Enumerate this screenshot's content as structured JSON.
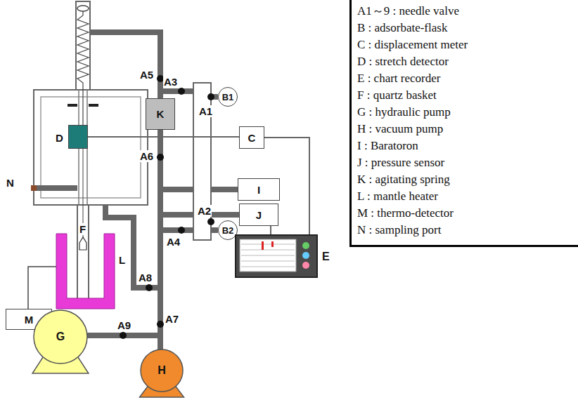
{
  "diagram": {
    "nodes": [
      {
        "text": [
          "K"
        ]
      },
      {
        "text": [
          "D"
        ]
      },
      {
        "text": [
          "B1"
        ]
      },
      {
        "text": [
          "C"
        ]
      },
      {
        "text": [
          "I"
        ]
      },
      {
        "text": [
          "J"
        ]
      },
      {
        "text": [
          "B2"
        ]
      },
      {
        "text": [
          "E"
        ]
      },
      {
        "text": [
          "M"
        ]
      },
      {
        "text": [
          "G"
        ]
      },
      {
        "text": [
          "H"
        ]
      },
      {
        "text": [
          "A1～9 : needle valve",
          "B : adsorbate-flask",
          "C : displacement meter",
          "D : stretch detector",
          "E : chart recorder",
          "F : quartz basket",
          "G : hydraulic pump",
          "H : vacuum pump",
          "I : Baratoron",
          "J : pressure sensor",
          "K : agitating spring",
          "L : mantle heater",
          "M : thermo-detector",
          "N : sampling port"
        ]
      }
    ],
    "edges": [
      {
        "from": 1,
        "to": 3,
        "arrow": "none"
      },
      {
        "from": 3,
        "to": 7,
        "arrow": "none"
      },
      {
        "from": 5,
        "to": 7,
        "arrow": "none"
      }
    ],
    "labels": [
      "A5",
      "A3",
      "A1",
      "A6",
      "A2",
      "A4",
      "N",
      "F",
      "L",
      "A8",
      "A9",
      "A7"
    ]
  }
}
